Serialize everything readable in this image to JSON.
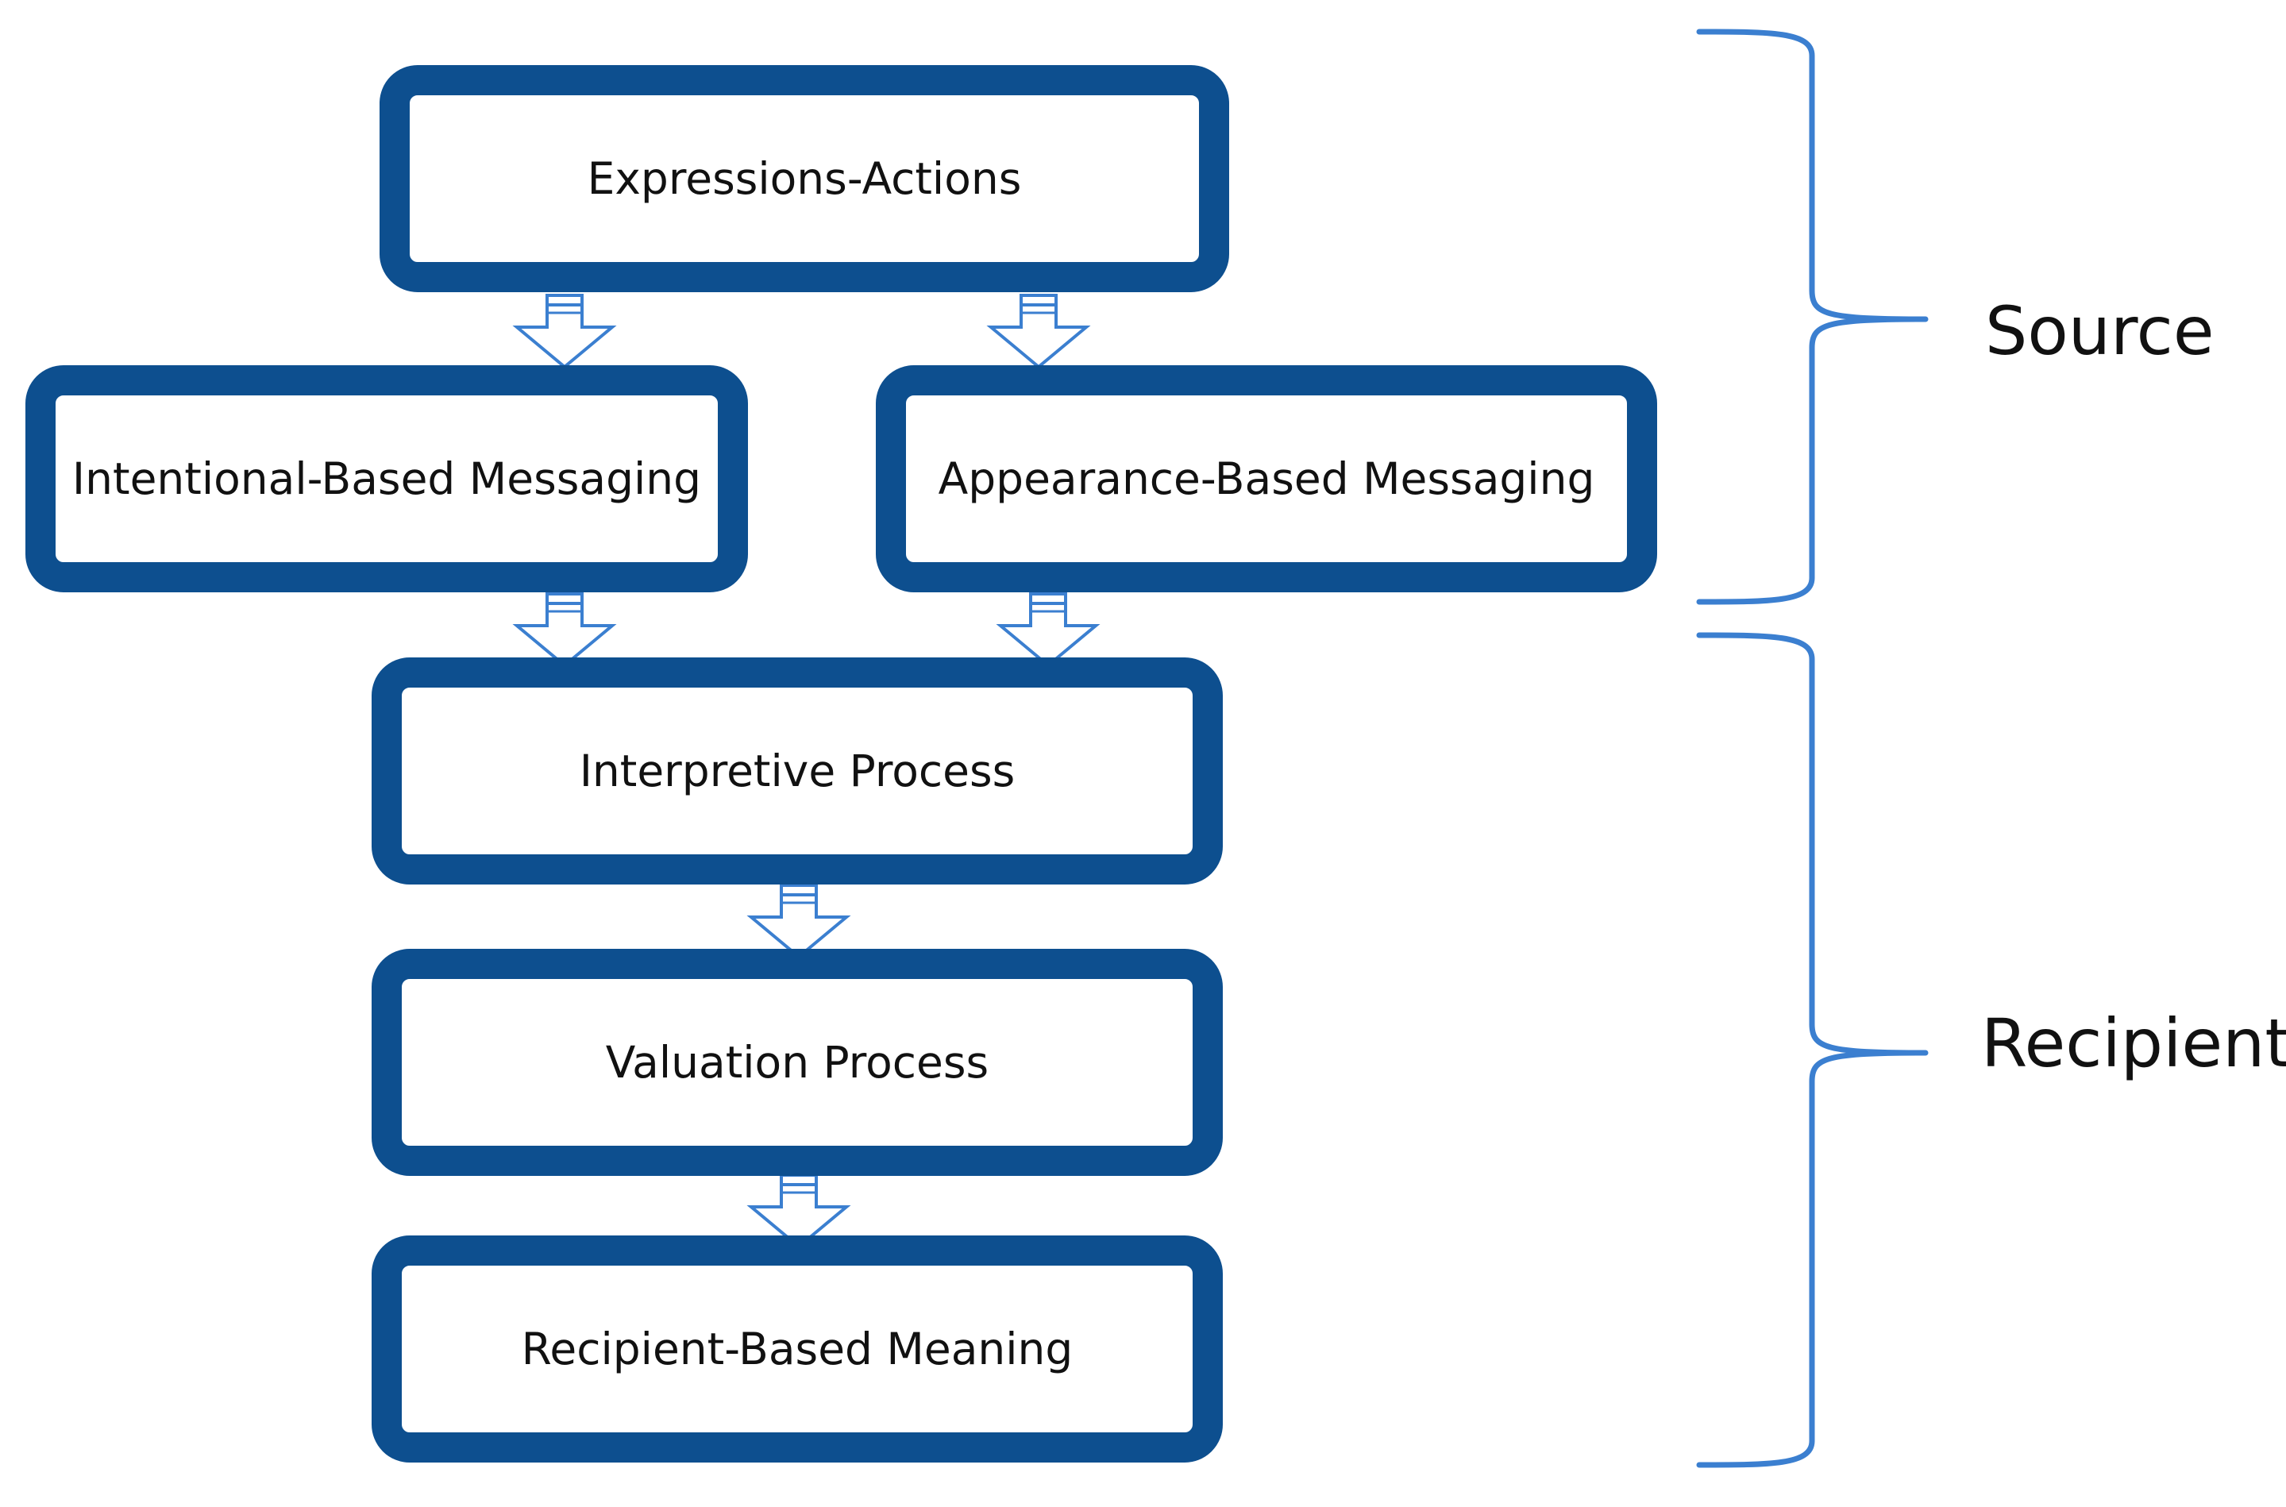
{
  "diagram": {
    "boxes": {
      "expressions_actions": "Expressions-Actions",
      "intentional_based_messaging": "Intentional-Based Messaging",
      "appearance_based_messaging": "Appearance-Based Messaging",
      "interpretive_process": "Interpretive Process",
      "valuation_process": "Valuation Process",
      "recipient_based_meaning": "Recipient-Based Meaning"
    },
    "groups": {
      "source": "Source",
      "recipient": "Recipient"
    }
  },
  "colors": {
    "box_border": "#0d4f8f",
    "arrow_outline": "#3b7fd0",
    "brace": "#3b7fd0",
    "text": "#111111",
    "background": "#ffffff"
  }
}
